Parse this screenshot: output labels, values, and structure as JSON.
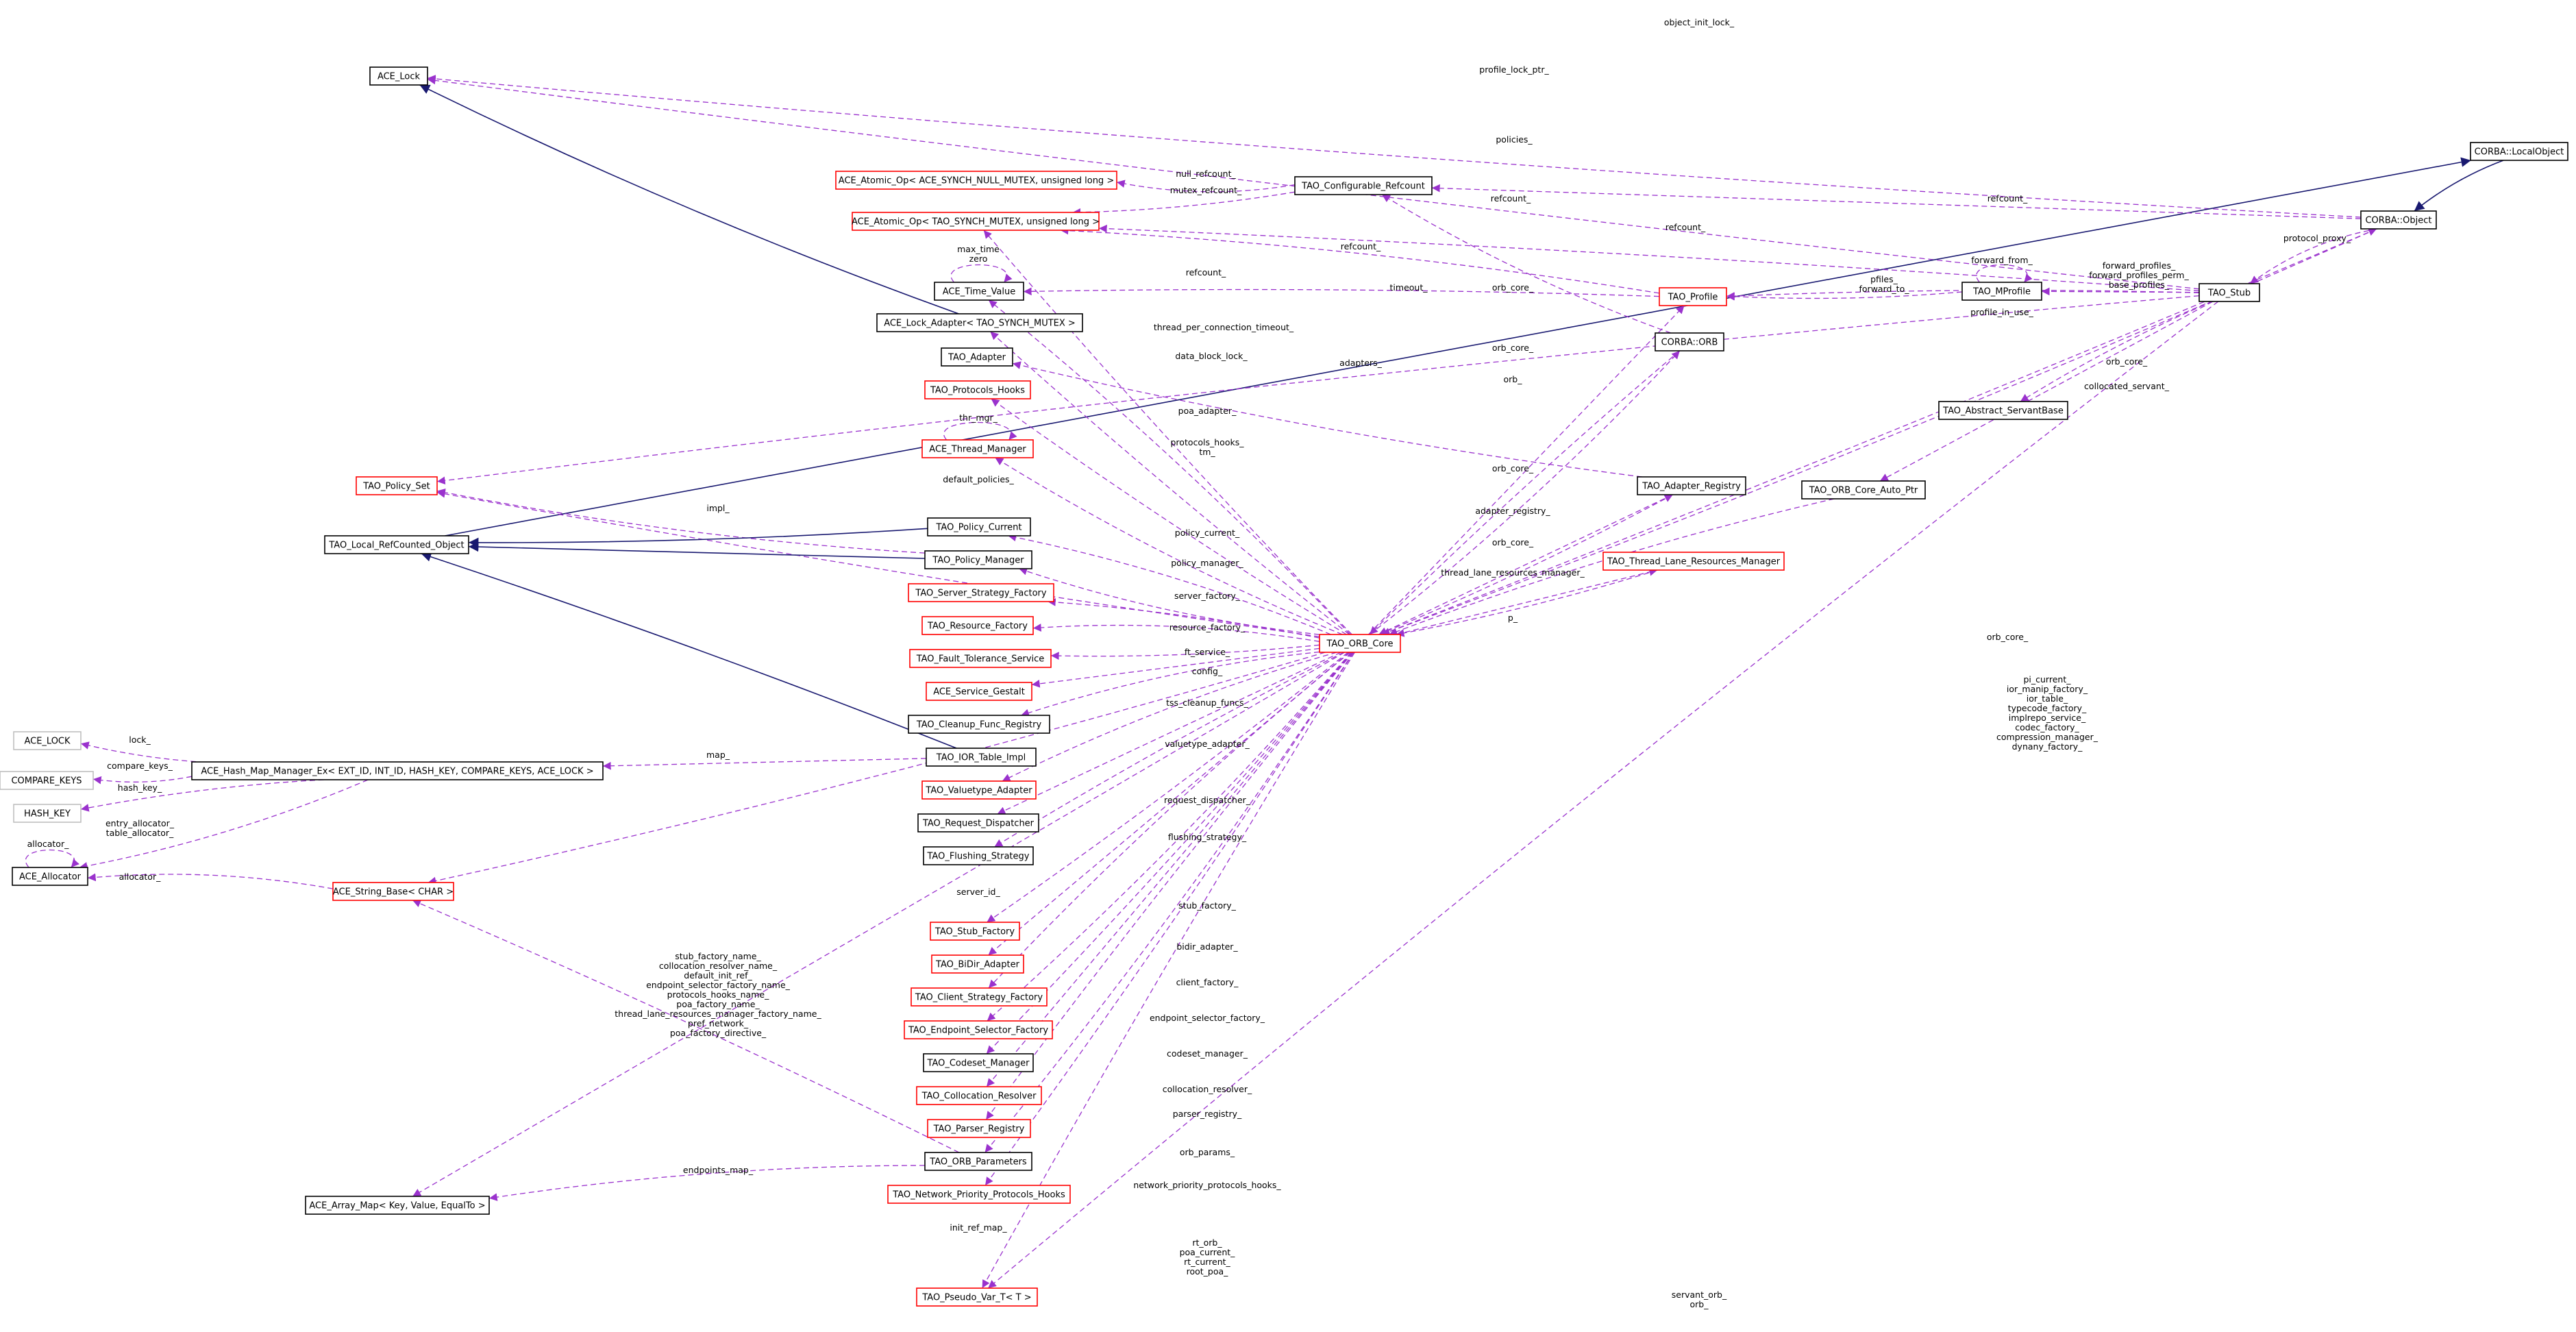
{
  "colors": {
    "border_complete": "#000000",
    "border_incomplete": "#ff0000",
    "border_undocumented": "#bfbfbf",
    "inheritance_edge": "#191970",
    "usage_edge": "#9a32cd",
    "focus_fill": "#bfbfbf"
  },
  "nodes": [
    {
      "id": "ace_lock",
      "label": "ACE_Lock",
      "border": "complete"
    },
    {
      "id": "corba_localobject",
      "label": "CORBA::LocalObject",
      "border": "complete"
    },
    {
      "id": "ace_atomic_null",
      "label": "ACE_Atomic_Op< ACE_SYNCH_NULL_MUTEX, unsigned long >",
      "border": "incomplete"
    },
    {
      "id": "tao_configurable_refcount",
      "label": "TAO_Configurable_Refcount",
      "border": "complete"
    },
    {
      "id": "corba_object",
      "label": "CORBA::Object",
      "border": "complete"
    },
    {
      "id": "ace_atomic_tao",
      "label": "ACE_Atomic_Op< TAO_SYNCH_MUTEX, unsigned long >",
      "border": "incomplete"
    },
    {
      "id": "ace_time_value",
      "label": "ACE_Time_Value",
      "border": "complete"
    },
    {
      "id": "tao_profile",
      "label": "TAO_Profile",
      "border": "incomplete"
    },
    {
      "id": "tao_mprofile",
      "label": "TAO_MProfile",
      "border": "complete"
    },
    {
      "id": "tao_stub",
      "label": "TAO_Stub",
      "border": "complete"
    },
    {
      "id": "ace_lock_adapter",
      "label": "ACE_Lock_Adapter< TAO_SYNCH_MUTEX >",
      "border": "complete"
    },
    {
      "id": "corba_orb",
      "label": "CORBA::ORB",
      "border": "complete"
    },
    {
      "id": "tao_adapter",
      "label": "TAO_Adapter",
      "border": "complete"
    },
    {
      "id": "tao_protocols_hooks",
      "label": "TAO_Protocols_Hooks",
      "border": "incomplete"
    },
    {
      "id": "tao_abstract_servantbase",
      "label": "TAO_Abstract_ServantBase",
      "border": "complete"
    },
    {
      "id": "ace_thread_manager",
      "label": "ACE_Thread_Manager",
      "border": "incomplete"
    },
    {
      "id": "tao_policy_set",
      "label": "TAO_Policy_Set",
      "border": "incomplete"
    },
    {
      "id": "tao_adapter_registry",
      "label": "TAO_Adapter_Registry",
      "border": "complete"
    },
    {
      "id": "tao_orb_core_auto_ptr",
      "label": "TAO_ORB_Core_Auto_Ptr",
      "border": "complete"
    },
    {
      "id": "tao_policy_current",
      "label": "TAO_Policy_Current",
      "border": "complete"
    },
    {
      "id": "tao_local_refcounted",
      "label": "TAO_Local_RefCounted_Object",
      "border": "complete"
    },
    {
      "id": "tao_policy_manager",
      "label": "TAO_Policy_Manager",
      "border": "complete"
    },
    {
      "id": "tao_thread_lane",
      "label": "TAO_Thread_Lane_Resources_Manager",
      "border": "incomplete"
    },
    {
      "id": "tao_server_strategy_factory",
      "label": "TAO_Server_Strategy_Factory",
      "border": "incomplete"
    },
    {
      "id": "tao_resource_factory",
      "label": "TAO_Resource_Factory",
      "border": "incomplete"
    },
    {
      "id": "tao_orb_core",
      "label": "TAO_ORB_Core",
      "border": "incomplete"
    },
    {
      "id": "tao_fault_tolerance",
      "label": "TAO_Fault_Tolerance_Service",
      "border": "incomplete"
    },
    {
      "id": "ace_service_gestalt",
      "label": "ACE_Service_Gestalt",
      "border": "incomplete"
    },
    {
      "id": "ace_lock_sm",
      "label": "ACE_LOCK",
      "border": "undocumented"
    },
    {
      "id": "tao_cleanup",
      "label": "TAO_Cleanup_Func_Registry",
      "border": "complete"
    },
    {
      "id": "tao_ior_table_impl",
      "label": "TAO_IOR_Table_Impl",
      "border": "focus"
    },
    {
      "id": "compare_keys",
      "label": "COMPARE_KEYS",
      "border": "undocumented"
    },
    {
      "id": "ace_hash_map",
      "label": "ACE_Hash_Map_Manager_Ex< EXT_ID, INT_ID, HASH_KEY, COMPARE_KEYS, ACE_LOCK >",
      "border": "complete"
    },
    {
      "id": "tao_valuetype_adapter",
      "label": "TAO_Valuetype_Adapter",
      "border": "incomplete"
    },
    {
      "id": "hash_key",
      "label": "HASH_KEY",
      "border": "undocumented"
    },
    {
      "id": "tao_request_dispatcher",
      "label": "TAO_Request_Dispatcher",
      "border": "complete"
    },
    {
      "id": "tao_flushing_strategy",
      "label": "TAO_Flushing_Strategy",
      "border": "complete"
    },
    {
      "id": "ace_allocator",
      "label": "ACE_Allocator",
      "border": "complete"
    },
    {
      "id": "ace_string_base",
      "label": "ACE_String_Base< CHAR >",
      "border": "incomplete"
    },
    {
      "id": "tao_stub_factory",
      "label": "TAO_Stub_Factory",
      "border": "incomplete"
    },
    {
      "id": "tao_bidir_adapter",
      "label": "TAO_BiDir_Adapter",
      "border": "incomplete"
    },
    {
      "id": "tao_client_strategy",
      "label": "TAO_Client_Strategy_Factory",
      "border": "incomplete"
    },
    {
      "id": "tao_endpoint_selector",
      "label": "TAO_Endpoint_Selector_Factory",
      "border": "incomplete"
    },
    {
      "id": "tao_codeset_manager",
      "label": "TAO_Codeset_Manager",
      "border": "complete"
    },
    {
      "id": "tao_collocation_resolver",
      "label": "TAO_Collocation_Resolver",
      "border": "incomplete"
    },
    {
      "id": "tao_parser_registry",
      "label": "TAO_Parser_Registry",
      "border": "incomplete"
    },
    {
      "id": "tao_orb_parameters",
      "label": "TAO_ORB_Parameters",
      "border": "complete"
    },
    {
      "id": "tao_network_priority",
      "label": "TAO_Network_Priority_Protocols_Hooks",
      "border": "incomplete"
    },
    {
      "id": "ace_array_map",
      "label": "ACE_Array_Map< Key, Value, EqualTo >",
      "border": "complete"
    },
    {
      "id": "tao_pseudo_var",
      "label": "TAO_Pseudo_Var_T< T >",
      "border": "incomplete"
    }
  ],
  "edges": [
    {
      "from": "corba_object",
      "to": "ace_lock",
      "kind": "use",
      "label": [
        "object_init_lock_"
      ]
    },
    {
      "from": "tao_stub",
      "to": "ace_lock",
      "kind": "use",
      "label": [
        "profile_lock_ptr_"
      ]
    },
    {
      "from": "tao_local_refcounted",
      "to": "corba_localobject",
      "kind": "inh",
      "label": []
    },
    {
      "from": "corba_localobject",
      "to": "corba_object",
      "kind": "inh",
      "label": []
    },
    {
      "from": "tao_stub",
      "to": "tao_policy_set",
      "kind": "use",
      "label": [
        "policies_"
      ]
    },
    {
      "from": "tao_configurable_refcount",
      "to": "ace_atomic_null",
      "kind": "use",
      "label": [
        "null_refcount_"
      ]
    },
    {
      "from": "tao_configurable_refcount",
      "to": "ace_atomic_tao",
      "kind": "use",
      "label": [
        "mutex_refcount_"
      ]
    },
    {
      "from": "corba_object",
      "to": "tao_configurable_refcount",
      "kind": "use",
      "label": [
        "refcount_"
      ]
    },
    {
      "from": "tao_stub",
      "to": "ace_atomic_tao",
      "kind": "use",
      "label": [
        "refcount_"
      ]
    },
    {
      "from": "tao_profile",
      "to": "ace_atomic_tao",
      "kind": "use",
      "label": [
        "refcount_"
      ]
    },
    {
      "from": "corba_orb",
      "to": "tao_configurable_refcount",
      "kind": "use",
      "label": [
        "refcount_"
      ]
    },
    {
      "from": "tao_orb_core",
      "to": "ace_atomic_tao",
      "kind": "use",
      "label": [
        "refcount_"
      ]
    },
    {
      "from": "ace_time_value",
      "to": "ace_time_value",
      "kind": "use",
      "label": [
        "max_time",
        "zero"
      ]
    },
    {
      "from": "tao_profile",
      "to": "ace_time_value",
      "kind": "use",
      "label": [
        "timeout_"
      ]
    },
    {
      "from": "tao_orb_core",
      "to": "ace_time_value",
      "kind": "use",
      "label": [
        "thread_per_connection_timeout_"
      ]
    },
    {
      "from": "tao_mprofile",
      "to": "tao_mprofile",
      "kind": "use",
      "label": [
        "forward_from_"
      ]
    },
    {
      "from": "tao_mprofile",
      "to": "tao_profile",
      "kind": "use",
      "label": [
        "pfiles_",
        "forward_to_"
      ]
    },
    {
      "from": "tao_stub",
      "to": "tao_mprofile",
      "kind": "use",
      "label": [
        "forward_profiles_",
        "forward_profiles_perm_",
        "base_profiles_"
      ]
    },
    {
      "from": "tao_stub",
      "to": "tao_profile",
      "kind": "use",
      "label": [
        "profile_in_use_"
      ]
    },
    {
      "from": "corba_object",
      "to": "tao_stub",
      "kind": "use",
      "label": [
        "protocol_proxy_"
      ]
    },
    {
      "from": "ace_lock_adapter",
      "to": "ace_lock",
      "kind": "inh",
      "label": []
    },
    {
      "from": "tao_orb_core",
      "to": "ace_lock_adapter",
      "kind": "use",
      "label": [
        "data_block_lock_"
      ]
    },
    {
      "from": "tao_orb_core",
      "to": "tao_profile",
      "kind": "use",
      "label": [
        "orb_core_"
      ]
    },
    {
      "from": "corba_orb",
      "to": "tao_orb_core",
      "kind": "use",
      "label": [
        "orb_core_"
      ]
    },
    {
      "from": "tao_orb_core",
      "to": "corba_orb",
      "kind": "use",
      "label": [
        "orb_"
      ]
    },
    {
      "from": "tao_adapter_registry",
      "to": "tao_adapter",
      "kind": "use",
      "label": [
        "adapters_"
      ]
    },
    {
      "from": "tao_orb_core",
      "to": "tao_protocols_hooks",
      "kind": "use",
      "label": [
        "poa_adapter_"
      ]
    },
    {
      "from": "tao_stub",
      "to": "tao_orb_core_auto_ptr",
      "kind": "use",
      "label": [
        "orb_core_"
      ]
    },
    {
      "from": "tao_stub",
      "to": "tao_abstract_servantbase",
      "kind": "use",
      "label": [
        "collocated_servant_"
      ]
    },
    {
      "from": "ace_thread_manager",
      "to": "ace_thread_manager",
      "kind": "use",
      "label": [
        "thr_mgr_"
      ]
    },
    {
      "from": "tao_orb_core",
      "to": "ace_thread_manager",
      "kind": "use",
      "label": [
        "protocols_hooks_",
        "tm_"
      ]
    },
    {
      "from": "tao_orb_core",
      "to": "tao_policy_set",
      "kind": "use",
      "label": [
        "default_policies_"
      ]
    },
    {
      "from": "tao_adapter_registry",
      "to": "tao_orb_core",
      "kind": "use",
      "label": [
        "orb_core_"
      ]
    },
    {
      "from": "tao_orb_core",
      "to": "tao_adapter_registry",
      "kind": "use",
      "label": [
        "adapter_registry_"
      ]
    },
    {
      "from": "tao_orb_core_auto_ptr",
      "to": "tao_orb_core",
      "kind": "use",
      "label": [
        "p_"
      ]
    },
    {
      "from": "tao_policy_manager",
      "to": "tao_policy_set",
      "kind": "use",
      "label": [
        "impl_"
      ]
    },
    {
      "from": "tao_policy_current",
      "to": "tao_local_refcounted",
      "kind": "inh",
      "label": []
    },
    {
      "from": "tao_policy_manager",
      "to": "tao_local_refcounted",
      "kind": "inh",
      "label": []
    },
    {
      "from": "tao_ior_table_impl",
      "to": "tao_local_refcounted",
      "kind": "inh",
      "label": []
    },
    {
      "from": "tao_orb_core",
      "to": "tao_policy_current",
      "kind": "use",
      "label": [
        "policy_current_"
      ]
    },
    {
      "from": "tao_orb_core",
      "to": "tao_policy_manager",
      "kind": "use",
      "label": [
        "policy_manager_"
      ]
    },
    {
      "from": "tao_thread_lane",
      "to": "tao_orb_core",
      "kind": "use",
      "label": [
        "orb_core_"
      ]
    },
    {
      "from": "tao_orb_core",
      "to": "tao_thread_lane",
      "kind": "use",
      "label": [
        "thread_lane_resources_manager_"
      ]
    },
    {
      "from": "tao_orb_core",
      "to": "tao_server_strategy_factory",
      "kind": "use",
      "label": [
        "server_factory_"
      ]
    },
    {
      "from": "tao_orb_core",
      "to": "tao_resource_factory",
      "kind": "use",
      "label": [
        "resource_factory_"
      ]
    },
    {
      "from": "corba_object",
      "to": "tao_orb_core",
      "kind": "use",
      "label": [
        "orb_core_"
      ]
    },
    {
      "from": "tao_orb_core",
      "to": "tao_fault_tolerance",
      "kind": "use",
      "label": [
        "ft_service_"
      ]
    },
    {
      "from": "tao_orb_core",
      "to": "ace_service_gestalt",
      "kind": "use",
      "label": [
        "config_"
      ]
    },
    {
      "from": "tao_orb_core",
      "to": "corba_object",
      "kind": "use",
      "label": [
        "pi_current_",
        "ior_manip_factory_",
        "ior_table_",
        "typecode_factory_",
        "implrepo_service_",
        "codec_factory_",
        "compression_manager_",
        "dynany_factory_"
      ]
    },
    {
      "from": "tao_orb_core",
      "to": "tao_cleanup",
      "kind": "use",
      "label": [
        "tss_cleanup_funcs_"
      ]
    },
    {
      "from": "ace_hash_map",
      "to": "ace_lock_sm",
      "kind": "use",
      "label": [
        "lock_"
      ]
    },
    {
      "from": "ace_hash_map",
      "to": "compare_keys",
      "kind": "use",
      "label": [
        "compare_keys_"
      ]
    },
    {
      "from": "tao_ior_table_impl",
      "to": "ace_hash_map",
      "kind": "use",
      "label": [
        "map_"
      ]
    },
    {
      "from": "ace_hash_map",
      "to": "hash_key",
      "kind": "use",
      "label": [
        "hash_key_"
      ]
    },
    {
      "from": "tao_orb_core",
      "to": "tao_valuetype_adapter",
      "kind": "use",
      "label": [
        "valuetype_adapter_"
      ]
    },
    {
      "from": "ace_hash_map",
      "to": "ace_allocator",
      "kind": "use",
      "label": [
        "entry_allocator_",
        "table_allocator_"
      ]
    },
    {
      "from": "ace_allocator",
      "to": "ace_allocator",
      "kind": "use",
      "label": [
        "allocator_"
      ]
    },
    {
      "from": "tao_orb_core",
      "to": "tao_request_dispatcher",
      "kind": "use",
      "label": [
        "request_dispatcher_"
      ]
    },
    {
      "from": "tao_orb_core",
      "to": "tao_flushing_strategy",
      "kind": "use",
      "label": [
        "flushing_strategy_"
      ]
    },
    {
      "from": "ace_string_base",
      "to": "ace_allocator",
      "kind": "use",
      "label": [
        "allocator_"
      ]
    },
    {
      "from": "tao_orb_core",
      "to": "ace_string_base",
      "kind": "use",
      "label": [
        "server_id_"
      ]
    },
    {
      "from": "tao_orb_core",
      "to": "tao_stub_factory",
      "kind": "use",
      "label": [
        "stub_factory_"
      ]
    },
    {
      "from": "tao_orb_core",
      "to": "tao_bidir_adapter",
      "kind": "use",
      "label": [
        "bidir_adapter_"
      ]
    },
    {
      "from": "tao_orb_parameters",
      "to": "ace_string_base",
      "kind": "use",
      "label": [
        "stub_factory_name_",
        "collocation_resolver_name_",
        "default_init_ref_",
        "endpoint_selector_factory_name_",
        "protocols_hooks_name_",
        "poa_factory_name_",
        "thread_lane_resources_manager_factory_name_",
        "pref_network_",
        "poa_factory_directive_"
      ]
    },
    {
      "from": "tao_orb_core",
      "to": "tao_client_strategy",
      "kind": "use",
      "label": [
        "client_factory_"
      ]
    },
    {
      "from": "tao_orb_core",
      "to": "tao_endpoint_selector",
      "kind": "use",
      "label": [
        "endpoint_selector_factory_"
      ]
    },
    {
      "from": "tao_orb_core",
      "to": "tao_codeset_manager",
      "kind": "use",
      "label": [
        "codeset_manager_"
      ]
    },
    {
      "from": "tao_orb_core",
      "to": "tao_collocation_resolver",
      "kind": "use",
      "label": [
        "collocation_resolver_"
      ]
    },
    {
      "from": "tao_orb_core",
      "to": "tao_parser_registry",
      "kind": "use",
      "label": [
        "parser_registry_"
      ]
    },
    {
      "from": "tao_orb_parameters",
      "to": "ace_array_map",
      "kind": "use",
      "label": [
        "endpoints_map_"
      ]
    },
    {
      "from": "tao_orb_core",
      "to": "tao_orb_parameters",
      "kind": "use",
      "label": [
        "orb_params_"
      ]
    },
    {
      "from": "tao_orb_core",
      "to": "tao_network_priority",
      "kind": "use",
      "label": [
        "network_priority_protocols_hooks_"
      ]
    },
    {
      "from": "tao_orb_core",
      "to": "ace_array_map",
      "kind": "use",
      "label": [
        "init_ref_map_"
      ]
    },
    {
      "from": "tao_orb_core",
      "to": "tao_pseudo_var",
      "kind": "use",
      "label": [
        "rt_orb_",
        "poa_current_",
        "rt_current_",
        "root_poa_"
      ]
    },
    {
      "from": "tao_stub",
      "to": "tao_pseudo_var",
      "kind": "use",
      "label": [
        "servant_orb_",
        "orb_"
      ]
    }
  ]
}
